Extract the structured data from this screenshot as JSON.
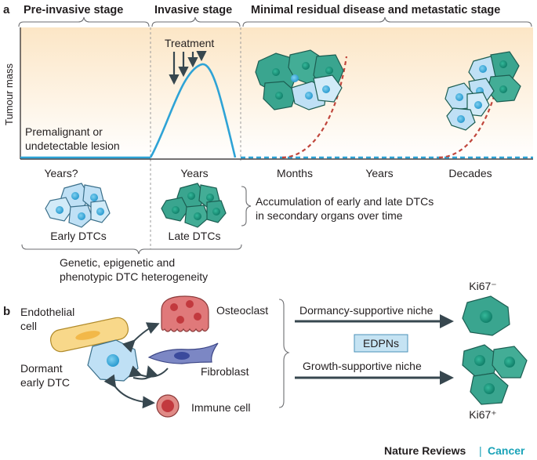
{
  "panel_a": {
    "letter": "a",
    "stages": [
      "Pre-invasive stage",
      "Invasive stage",
      "Minimal residual disease and metastatic stage"
    ],
    "y_axis_label": "Tumour mass",
    "treatment_label": "Treatment",
    "lesion_label_line1": "Premalignant or",
    "lesion_label_line2": "undetectable lesion",
    "time_labels": [
      "Years?",
      "Years",
      "Months",
      "Years",
      "Decades"
    ],
    "early_dtcs_label": "Early DTCs",
    "late_dtcs_label": "Late DTCs",
    "accumulation_line1": "Accumulation of early and late DTCs",
    "accumulation_line2": "in secondary organs over time",
    "heterogeneity_line1": "Genetic, epigenetic and",
    "heterogeneity_line2": "phenotypic DTC heterogeneity"
  },
  "panel_b": {
    "letter": "b",
    "endothelial_line1": "Endothelial",
    "endothelial_line2": "cell",
    "osteoclast": "Osteoclast",
    "fibroblast": "Fibroblast",
    "dormant_line1": "Dormant",
    "dormant_line2": "early DTC",
    "immune_cell": "Immune cell",
    "dormancy_niche": "Dormancy-supportive niche",
    "growth_niche": "Growth-supportive niche",
    "edpns": "EDPNs",
    "ki67_neg": "Ki67⁻",
    "ki67_pos": "Ki67⁺"
  },
  "footer": {
    "journal": "Nature Reviews",
    "separator": "|",
    "section": "Cancer"
  },
  "colors": {
    "teal": "#3aa58f",
    "light_blue": "#bfe0f5",
    "blue_line": "#2ea3d6",
    "red_dashed": "#c0463c",
    "accent": "#1aa3b8"
  }
}
